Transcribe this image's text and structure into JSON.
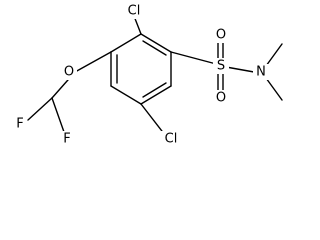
{
  "molecule": {
    "atoms": {
      "cl_top": "Cl",
      "cl_bottom": "Cl",
      "o_ether": "O",
      "f_left": "F",
      "f_right": "F",
      "s_sulfonyl": "S",
      "o_sulfonyl_top": "O",
      "o_sulfonyl_bottom": "O",
      "n_amide": "N"
    },
    "colors": {
      "bond": "#000000",
      "label": "#000000",
      "background": "#ffffff"
    }
  }
}
